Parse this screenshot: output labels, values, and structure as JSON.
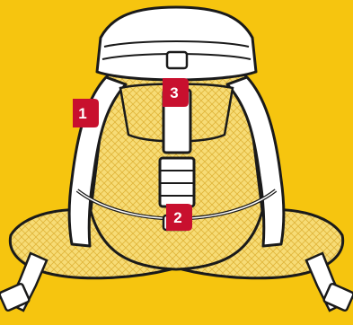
{
  "colors": {
    "background": "#f6c50f",
    "outline": "#1a1a1a",
    "mesh_fill": "#f7dc76",
    "strap_fill": "#ffffff",
    "badge_fill": "#c8102e",
    "badge_text": "#ffffff"
  },
  "callouts": [
    {
      "id": "1",
      "label": "1",
      "icon": "callout-badge"
    },
    {
      "id": "2",
      "label": "2",
      "icon": "callout-badge"
    },
    {
      "id": "3",
      "label": "3",
      "icon": "callout-badge"
    }
  ]
}
